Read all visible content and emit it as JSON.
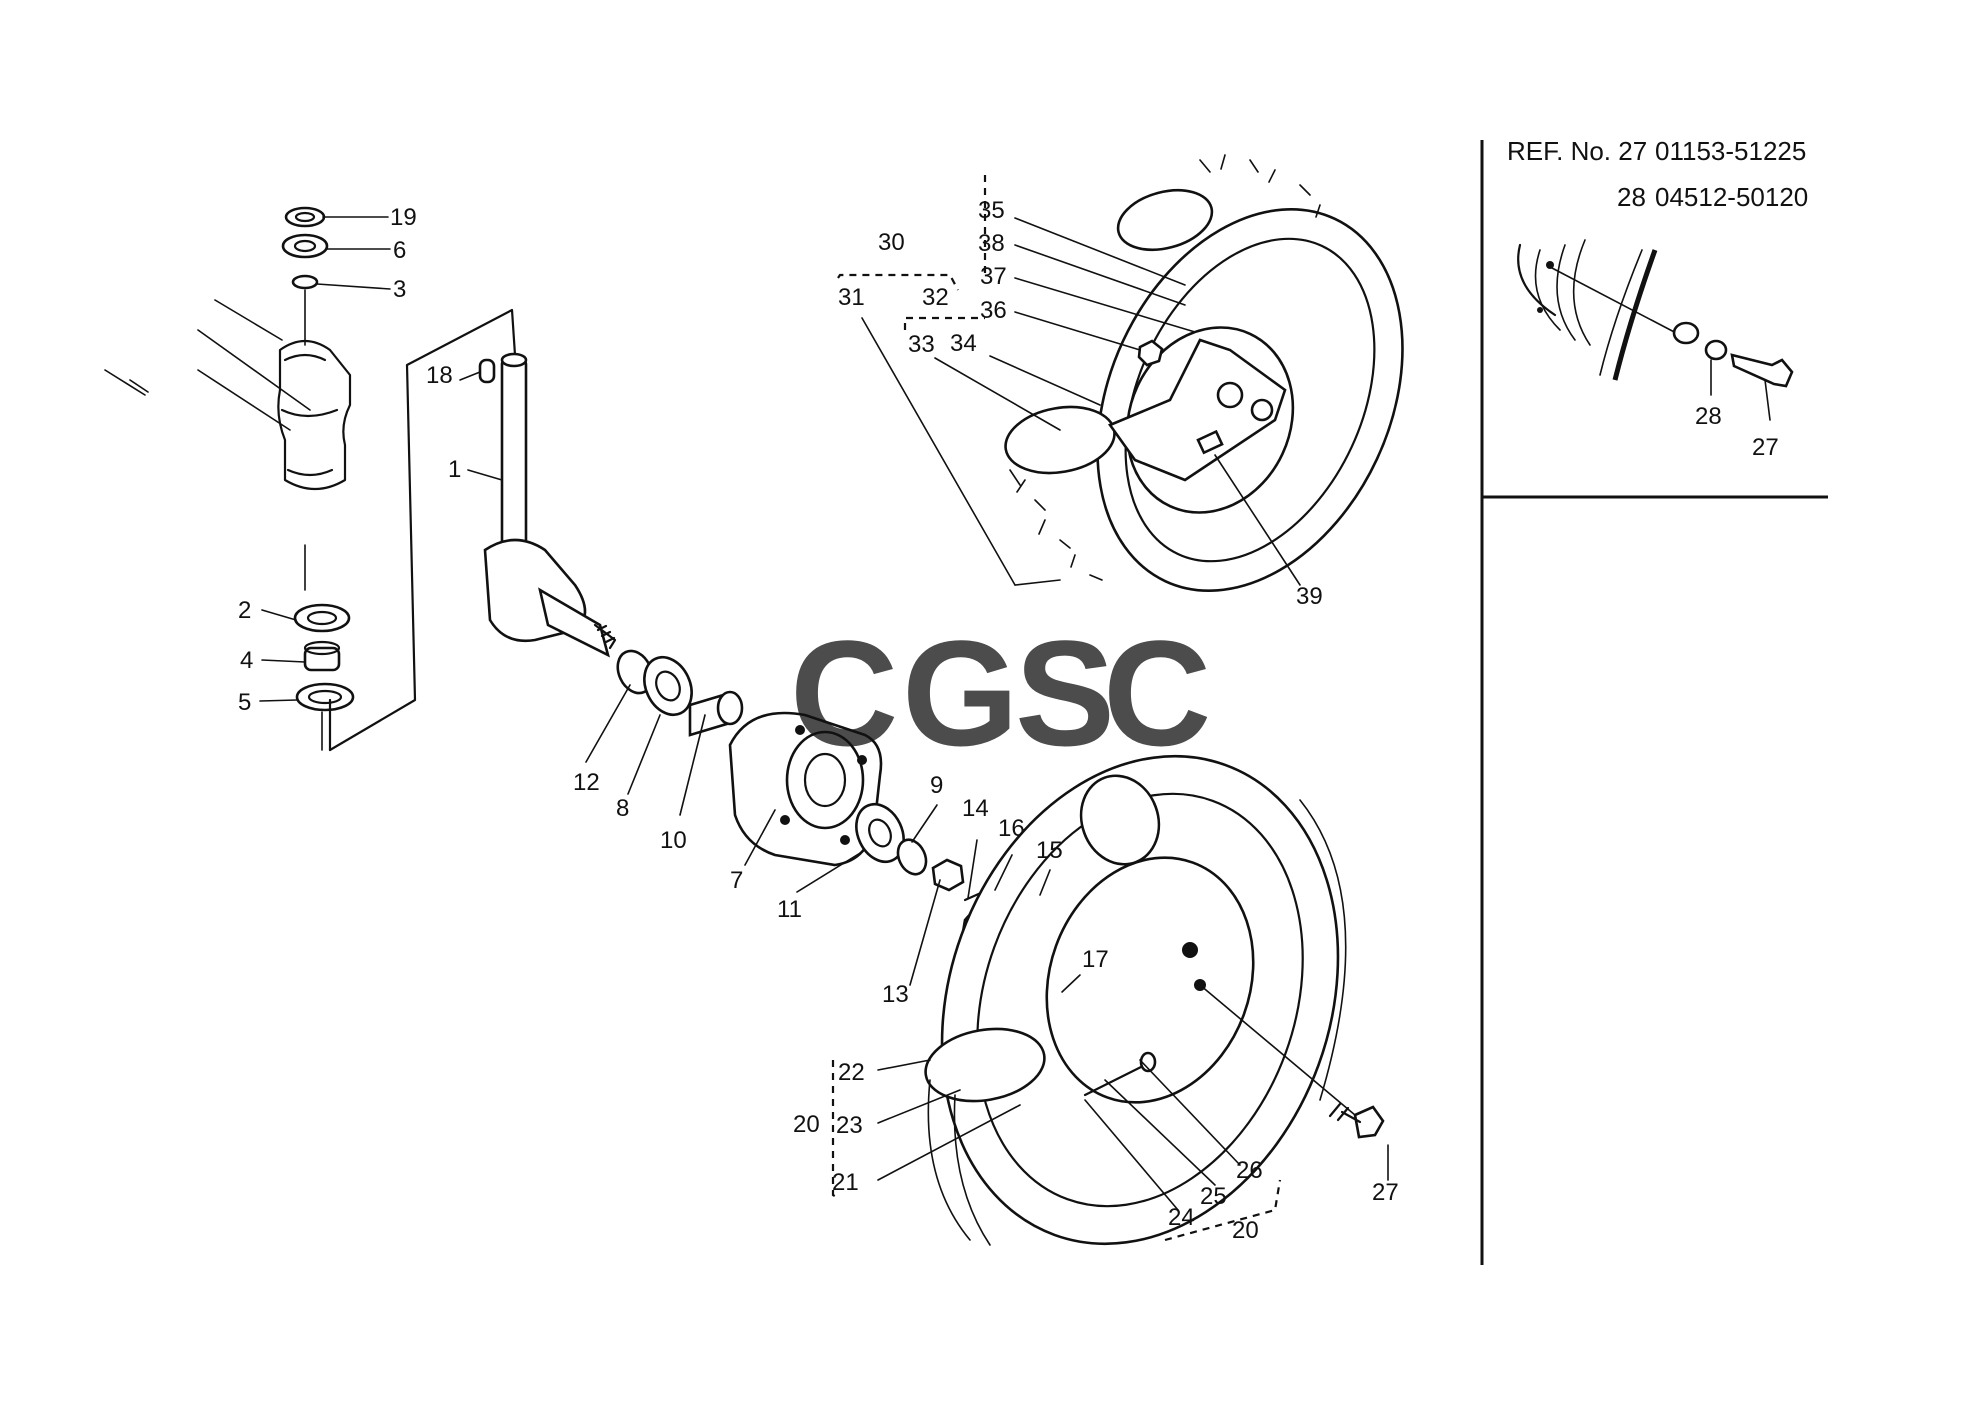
{
  "diagram": {
    "callouts": [
      "1",
      "2",
      "3",
      "4",
      "5",
      "6",
      "7",
      "8",
      "9",
      "10",
      "11",
      "12",
      "13",
      "14",
      "15",
      "16",
      "17",
      "18",
      "19",
      "20",
      "21",
      "22",
      "23",
      "24",
      "25",
      "26",
      "27",
      "28",
      "30",
      "31",
      "32",
      "33",
      "34",
      "35",
      "36",
      "37",
      "38",
      "39"
    ],
    "labels": {
      "p1": "1",
      "p2": "2",
      "p3": "3",
      "p4": "4",
      "p5": "5",
      "p6": "6",
      "p7": "7",
      "p8": "8",
      "p9": "9",
      "p10": "10",
      "p11": "11",
      "p12": "12",
      "p13": "13",
      "p14": "14",
      "p15": "15",
      "p16": "16",
      "p17": "17",
      "p18": "18",
      "p19": "19",
      "p20": "20",
      "p21": "21",
      "p22": "22",
      "p23": "23",
      "p24": "24",
      "p25": "25",
      "p26": "26",
      "p27": "27",
      "p28": "28",
      "p30": "30",
      "p31": "31",
      "p32": "32",
      "p33": "33",
      "p34": "34",
      "p35": "35",
      "p36": "36",
      "p37": "37",
      "p38": "38",
      "p39": "39"
    }
  },
  "reference_box": {
    "line1_prefix": "REF. No. 27",
    "line1_code": "01153-51225",
    "line2_prefix": "28",
    "line2_code": "04512-50120",
    "inset_labels": {
      "p28": "28",
      "p27": "27"
    }
  },
  "watermark": {
    "letters": [
      {
        "char": "C",
        "color": "#7aa7f0"
      },
      {
        "char": "G",
        "color": "#f08c8c"
      },
      {
        "char": "S",
        "color": "#f6d46a"
      },
      {
        "char": "C",
        "color": "#7fc9a0"
      }
    ]
  }
}
